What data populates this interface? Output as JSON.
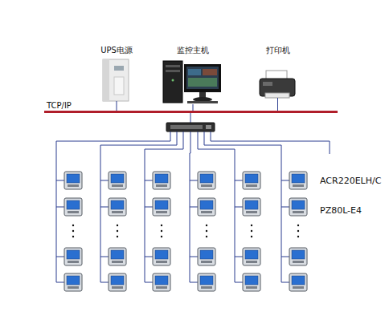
{
  "diagram": {
    "nodes": [
      {
        "text": [
          "UPS电源"
        ]
      },
      {
        "text": [
          "监控主机"
        ]
      },
      {
        "text": [
          "打印机"
        ]
      },
      {
        "text": [
          "TCP/IP"
        ]
      }
    ],
    "edges": [
      {
        "from": 0,
        "to": 3,
        "arrow": "none"
      },
      {
        "from": 1,
        "to": 3,
        "arrow": "none"
      },
      {
        "from": 2,
        "to": 3,
        "arrow": "none"
      }
    ],
    "labels": [
      "ACR220ELH/C",
      "PZ80L-E4"
    ]
  }
}
